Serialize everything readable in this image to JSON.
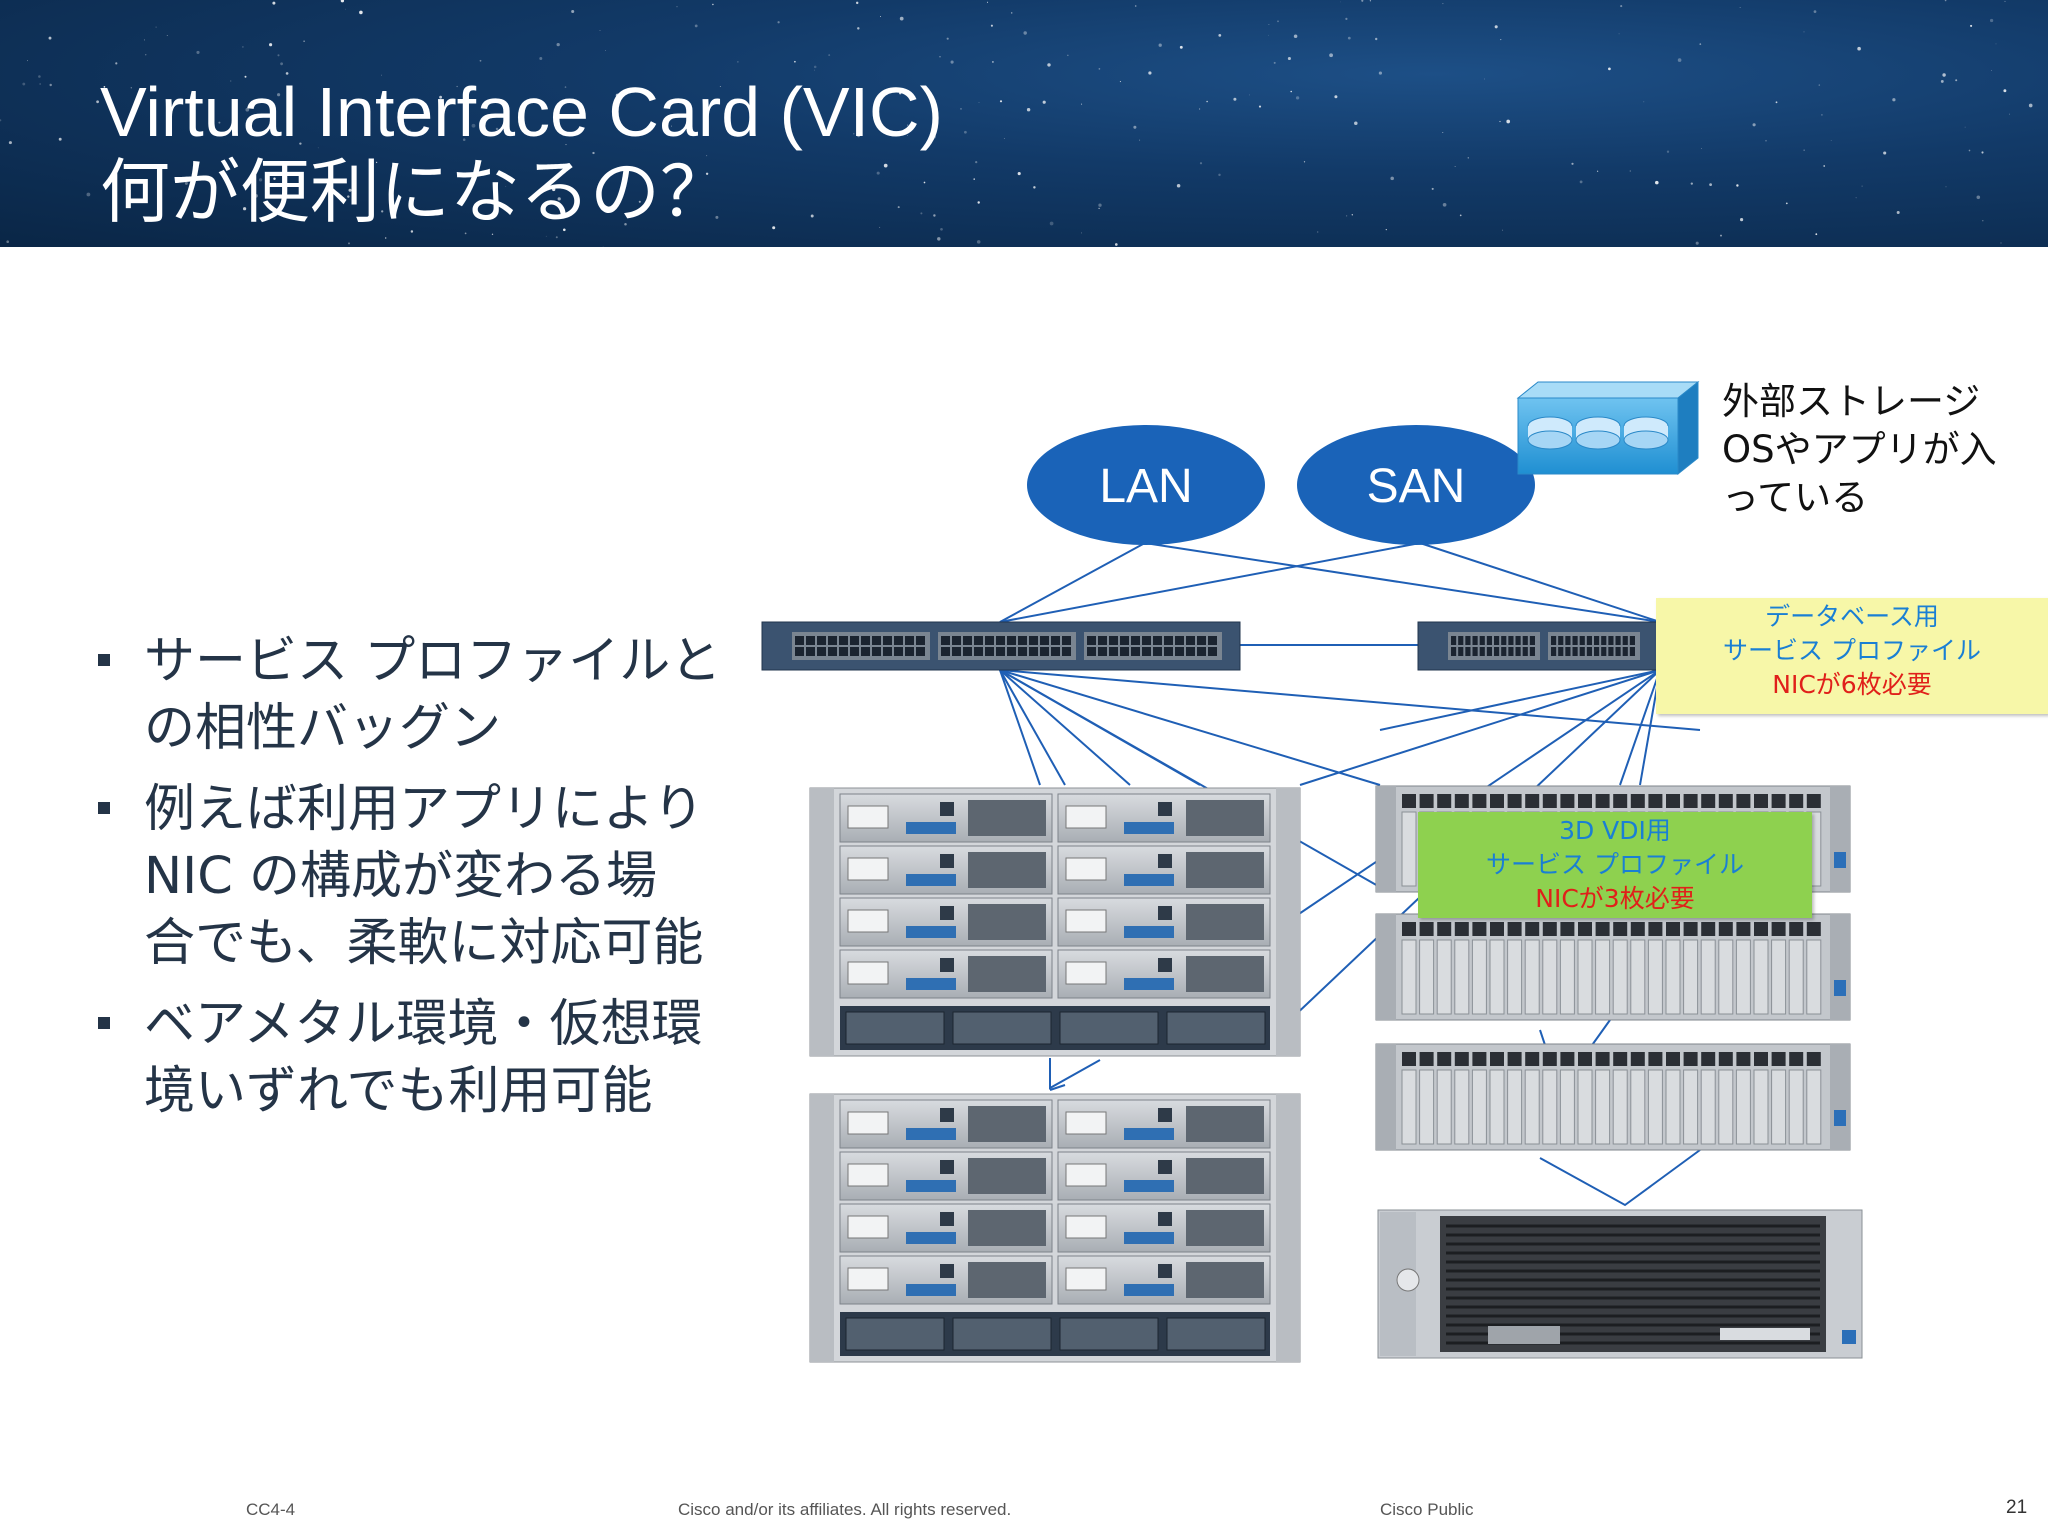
{
  "slide": {
    "title_line1": "Virtual Interface Card (VIC)",
    "title_line2": "何が便利になるの？",
    "bullets": [
      {
        "line1": "サービス プロファイルと",
        "line2": "の相性バッグン"
      },
      {
        "line1": "例えば利用アプリにより",
        "line2": "NIC の構成が変わる場",
        "line3": "合でも、柔軟に対応可能"
      },
      {
        "line1": "ベアメタル環境・仮想環",
        "line2": "境いずれでも利用可能"
      }
    ],
    "footer": {
      "left": "CC4-4",
      "center": "Cisco and/or its affiliates. All rights reserved.",
      "right": "Cisco Public",
      "page": "21"
    }
  },
  "diagram": {
    "lan_label": "LAN",
    "san_label": "SAN",
    "storage_label": {
      "line1": "外部ストレージ",
      "line2": "OSやアプリが入",
      "line3": "っている"
    },
    "db_note": {
      "line1": "データベース用",
      "line2": "サービス プロファイル",
      "line3": "NICが6枚必要"
    },
    "vdi_note": {
      "line1": "3D VDI用",
      "line2": "サービス プロファイル",
      "line3": "NICが3枚必要"
    },
    "colors": {
      "network": "#1a63b8",
      "link": "#1f5fb5",
      "db_note_bg": "#f7f7a8",
      "vdi_note_bg": "#8ed14f",
      "note_text_blue": "#1a7fd4",
      "note_text_red": "#e0201a"
    },
    "icons": [
      "switch-icon",
      "blade-chassis-icon",
      "rack-server-icon",
      "storage-array-icon"
    ]
  }
}
